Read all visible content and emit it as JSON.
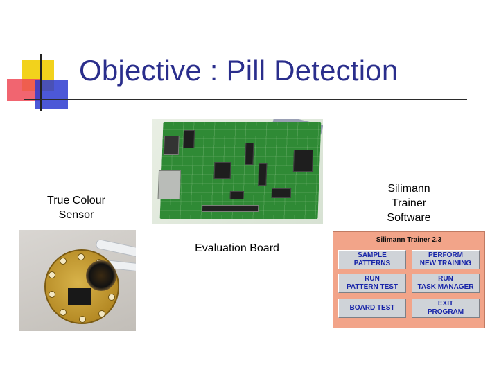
{
  "slide": {
    "title": "Objective : Pill Detection",
    "labels": {
      "sensor": "True Colour\nSensor",
      "trainer": "Silimann\nTrainer\nSoftware",
      "board": "Evaluation Board"
    }
  },
  "software": {
    "window_title": "Silimann Trainer 2.3",
    "buttons": [
      {
        "label": "SAMPLE\nPATTERNS"
      },
      {
        "label": "PERFORM\nNEW TRAINING"
      },
      {
        "label": "RUN\nPATTERN TEST"
      },
      {
        "label": "RUN\nTASK MANAGER"
      },
      {
        "label": "BOARD TEST"
      },
      {
        "label": "EXIT\nPROGRAM"
      }
    ],
    "accent": "#1724a8",
    "background": "#f2a489"
  },
  "theme": {
    "title_color": "#2a2e8c",
    "logo_colors": [
      "#f2d21c",
      "#ef4a57",
      "#2d3bd0"
    ]
  }
}
